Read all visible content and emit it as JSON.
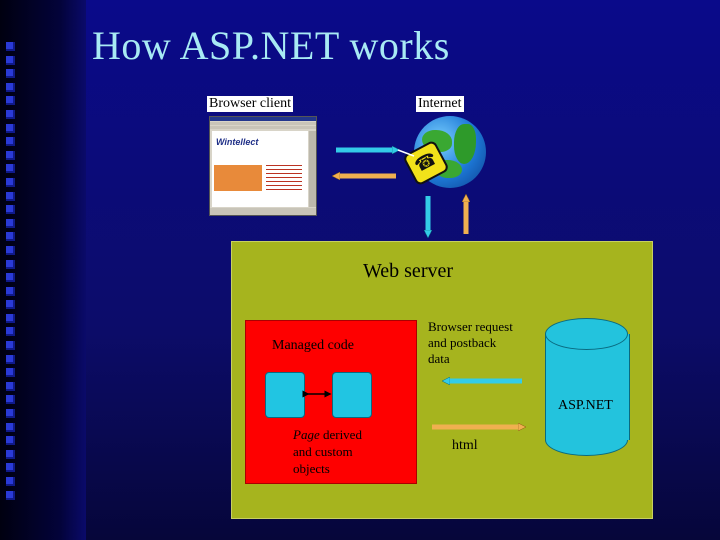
{
  "slide": {
    "title": "How ASP.NET works"
  },
  "labels": {
    "browser_client": "Browser client",
    "internet": "Internet",
    "web_server": "Web server",
    "managed_code": "Managed code",
    "browser_request": [
      "Browser request",
      "and postback",
      "data"
    ],
    "asp_net": "ASP.NET",
    "html": "html",
    "page_objects_italic": "Page",
    "page_objects_rest": [
      "derived",
      "and custom",
      "objects"
    ]
  },
  "browser_screenshot": {
    "logo_text": "Wintellect"
  },
  "colors": {
    "background": "#0a0a8a",
    "title": "#a8eaf4",
    "web_server_box": "#a6b41e",
    "managed_code_box": "#fe0000",
    "cyan_shape": "#23c3dd",
    "arrow_cyan": "#33cce8",
    "arrow_orange": "#f0b050"
  },
  "icons": [
    "browser-window-icon",
    "globe-icon",
    "telephone-icon",
    "database-cylinder-icon",
    "object-cube-icon"
  ]
}
